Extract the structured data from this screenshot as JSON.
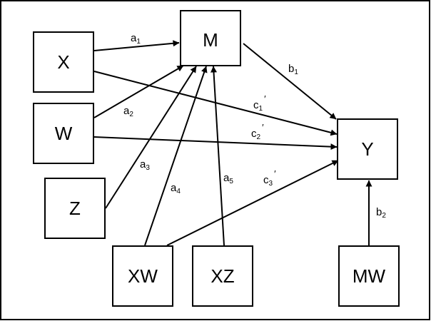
{
  "nodes": {
    "X": "X",
    "W": "W",
    "Z": "Z",
    "M": "M",
    "Y": "Y",
    "XW": "XW",
    "XZ": "XZ",
    "MW": "MW"
  },
  "paths": {
    "a1": {
      "letter": "a",
      "sub": "1",
      "prime": ""
    },
    "a2": {
      "letter": "a",
      "sub": "2",
      "prime": ""
    },
    "a3": {
      "letter": "a",
      "sub": "3",
      "prime": ""
    },
    "a4": {
      "letter": "a",
      "sub": "4",
      "prime": ""
    },
    "a5": {
      "letter": "a",
      "sub": "5",
      "prime": ""
    },
    "b1": {
      "letter": "b",
      "sub": "1",
      "prime": ""
    },
    "b2": {
      "letter": "b",
      "sub": "2",
      "prime": ""
    },
    "c1": {
      "letter": "c",
      "sub": "1",
      "prime": "′"
    },
    "c2": {
      "letter": "c",
      "sub": "2",
      "prime": "′"
    },
    "c3": {
      "letter": "c",
      "sub": "3",
      "prime": "′"
    }
  },
  "colors": {
    "stroke": "#000000",
    "background": "#ffffff"
  }
}
